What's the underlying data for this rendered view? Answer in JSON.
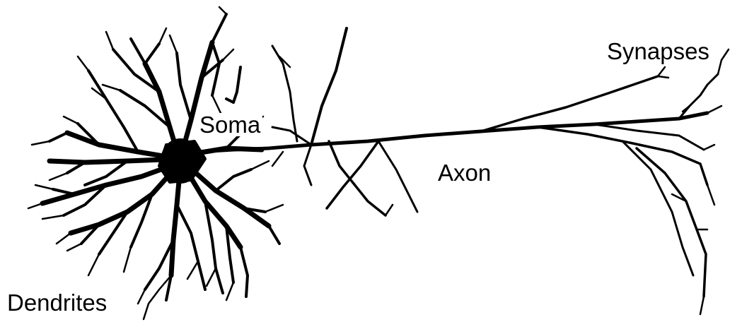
{
  "labels": {
    "soma": "Soma",
    "axon": "Axon",
    "synapses": "Synapses",
    "dendrites": "Dendrites"
  },
  "colors": {
    "ink": "#000000",
    "background": "#ffffff"
  }
}
